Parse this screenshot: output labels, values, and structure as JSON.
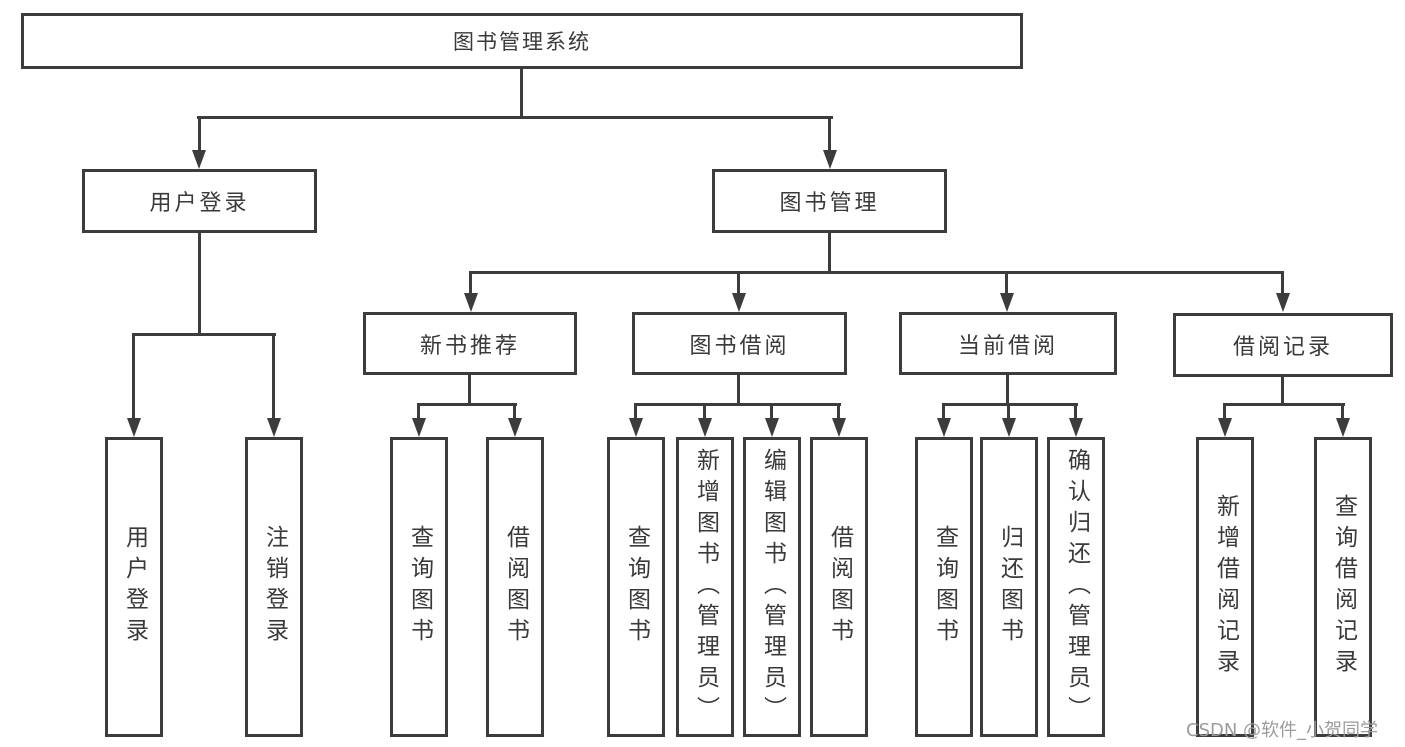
{
  "colors": {
    "line": "#3c3c3c",
    "text": "#3a3a3a",
    "watermark": "#9c9c9c",
    "background": "#ffffff"
  },
  "watermark": "CSDN @软件_小贺同学",
  "tree": {
    "root": "图书管理系统",
    "branches": [
      {
        "label": "用户登录",
        "children": [
          "用户登录",
          "注销登录"
        ]
      },
      {
        "label": "图书管理",
        "groups": [
          {
            "label": "新书推荐",
            "children": [
              "查询图书",
              "借阅图书"
            ]
          },
          {
            "label": "图书借阅",
            "children": [
              "查询图书",
              "新增图书（管理员）",
              "编辑图书（管理员）",
              "借阅图书"
            ]
          },
          {
            "label": "当前借阅",
            "children": [
              "查询图书",
              "归还图书",
              "确认归还（管理员）"
            ]
          },
          {
            "label": "借阅记录",
            "children": [
              "新增借阅记录",
              "查询借阅记录"
            ]
          }
        ]
      }
    ]
  }
}
